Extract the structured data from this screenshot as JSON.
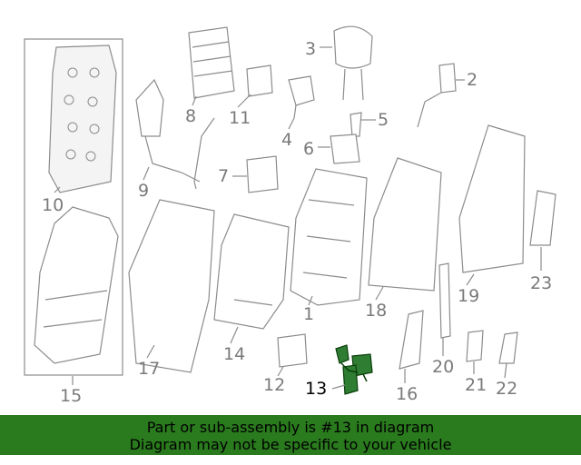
{
  "diagram": {
    "labels": [
      "1",
      "2",
      "3",
      "4",
      "5",
      "6",
      "7",
      "8",
      "9",
      "10",
      "11",
      "12",
      "13",
      "14",
      "15",
      "16",
      "17",
      "18",
      "19",
      "20",
      "21",
      "22",
      "23"
    ],
    "highlighted_label": "13",
    "highlight_color": "#2e7d32"
  },
  "banner": {
    "line1": "Part or sub-assembly is #13 in diagram",
    "line2": "Diagram may not be specific to your vehicle",
    "background": "#2a7a1e"
  }
}
